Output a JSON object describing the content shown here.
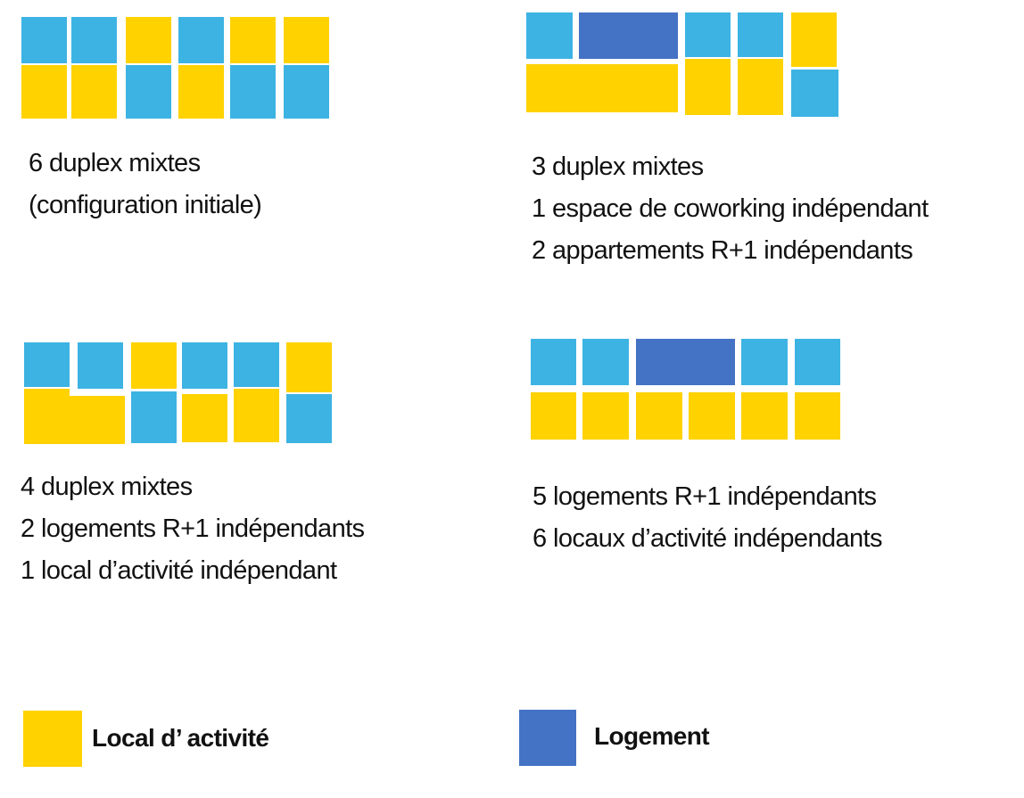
{
  "colors": {
    "activity": "#FFD200",
    "duplex_blue": "#3DB3E3",
    "housing": "#4472C4"
  },
  "configurations": [
    {
      "lines": [
        "6 duplex mixtes",
        "(configuration initiale)"
      ]
    },
    {
      "lines": [
        "3 duplex mixtes",
        "1 espace de coworking indépendant",
        "2 appartements R+1 indépendants"
      ]
    },
    {
      "lines": [
        "4 duplex mixtes",
        "2 logements R+1 indépendants",
        "1 local d’activité indépendant"
      ]
    },
    {
      "lines": [
        "5 logements R+1 indépendants",
        "6 locaux d’activité indépendants"
      ]
    }
  ],
  "legend": {
    "activity_label": "Local d’ activité",
    "housing_label": "Logement"
  }
}
